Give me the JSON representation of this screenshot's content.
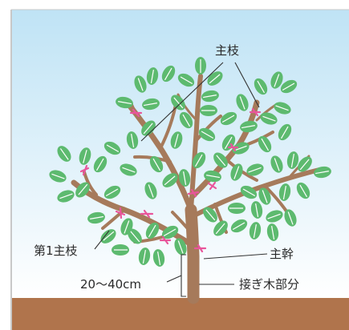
{
  "labels": {
    "main_branch": "主枝",
    "trunk": "主幹",
    "first_main_branch": "第1主枝",
    "graft_section": "接ぎ木部分",
    "height_range": "20〜40cm"
  },
  "colors": {
    "sky_top": "#bfe3f5",
    "sky_bottom": "#ffffff",
    "ground": "#b0744c",
    "trunk": "#a67a5b",
    "leaf": "#5dba6f",
    "leaf_vein": "#ffffff",
    "tie_mark": "#e9559b",
    "line": "#333333"
  }
}
